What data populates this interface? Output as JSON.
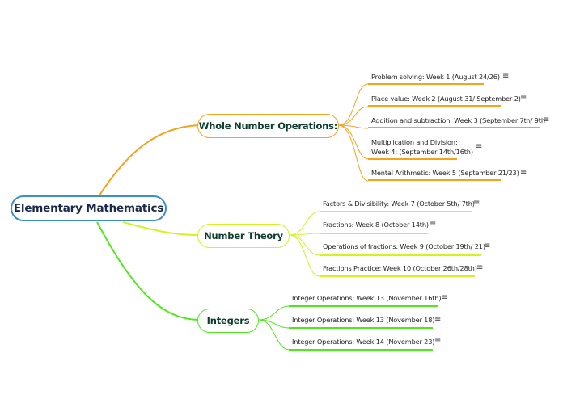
{
  "root": {
    "label": "Elementary Mathematics",
    "color": "#3a8fd0"
  },
  "note_icon": "≡",
  "branches": [
    {
      "label": "Whole Number Operations:",
      "color": "#f7a21b",
      "topics": [
        {
          "text": "Problem solving: Week 1  (August 24/26)"
        },
        {
          "text": "Place value: Week 2 (August 31/ September 2)"
        },
        {
          "text": "Addition and subtraction: Week 3 (September 7th/ 9th"
        },
        {
          "line1": "Multiplication and Division:",
          "line2": "Week 4: (September 14th/16th)"
        },
        {
          "text": "Mental Arithmetic: Week 5 (September 21/23)"
        }
      ]
    },
    {
      "label": "Number Theory",
      "color": "#d4f21c",
      "topics": [
        {
          "text": "Factors & Divisibility: Week 7 (October 5th/ 7th)"
        },
        {
          "text": "Fractions: Week 8 (October 14th)"
        },
        {
          "text": "Operations of fractions: Week 9 (October 19th/ 21)"
        },
        {
          "text": "Fractions Practice: Week 10 (October 26th/28th)"
        }
      ]
    },
    {
      "label": "Integers",
      "color": "#4ee81c",
      "topics": [
        {
          "text": "Integer Operations: Week 13 (November 16th)"
        },
        {
          "text": "Integer Operations: Week 13 (November 18)"
        },
        {
          "text": "Integer Operations: Week 14 (November 23)"
        }
      ]
    }
  ]
}
